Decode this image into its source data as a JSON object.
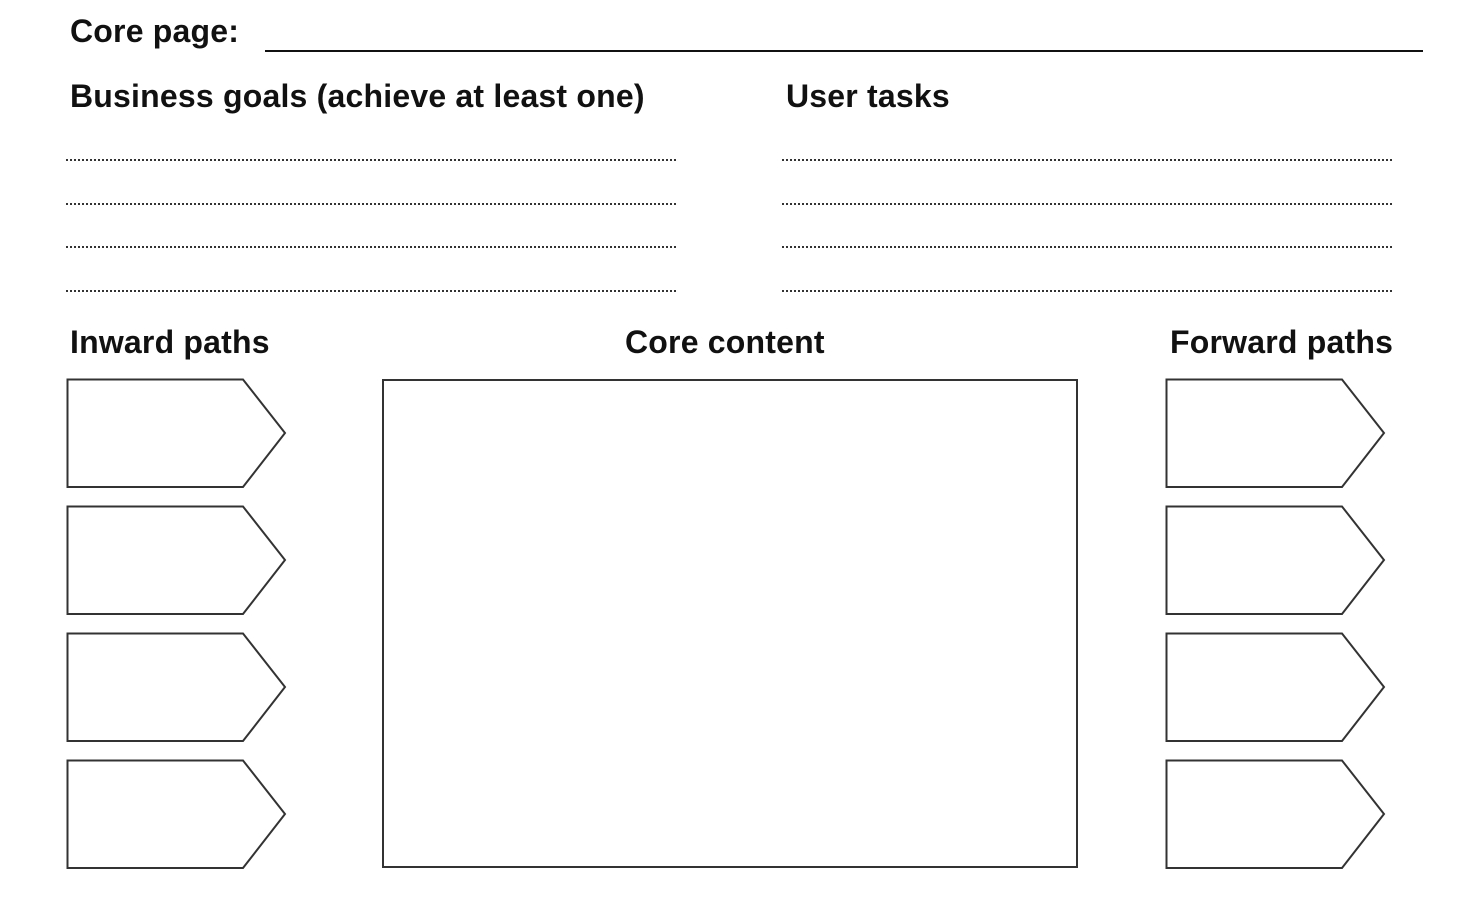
{
  "header": {
    "core_page_label": "Core page:"
  },
  "sections": {
    "business_goals": {
      "heading": "Business goals (achieve at least one)",
      "lines": 4
    },
    "user_tasks": {
      "heading": "User tasks",
      "lines": 4
    },
    "inward_paths": {
      "heading": "Inward paths",
      "boxes": 4
    },
    "core_content": {
      "heading": "Core content"
    },
    "forward_paths": {
      "heading": "Forward paths",
      "boxes": 4
    }
  },
  "colors": {
    "ink": "#111111",
    "outline": "#333333",
    "background": "#ffffff"
  }
}
